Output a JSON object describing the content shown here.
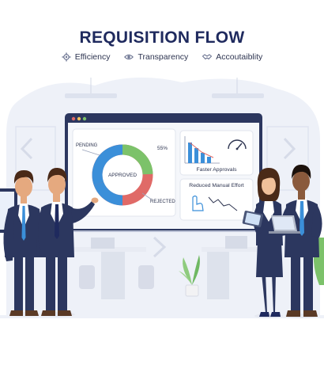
{
  "header": {
    "title": "REQUISITION FLOW",
    "values": [
      {
        "label": "Efficiency",
        "icon": "gear-icon"
      },
      {
        "label": "Transparency",
        "icon": "eye-icon"
      },
      {
        "label": "Accoutaiblity",
        "icon": "handshake-icon"
      }
    ]
  },
  "board": {
    "donut": {
      "center": "APPROVED",
      "pending": "PENDING",
      "rejected": "REJECTED",
      "percent": "55%"
    },
    "cards": {
      "faster": "Faster Approvals",
      "reduced": "Reduced Manual Effort"
    }
  },
  "colors": {
    "navy": "#1f2a5e",
    "blue": "#3b8fd9",
    "green": "#7cc26a",
    "red": "#e06a67",
    "background": "#eef1f8"
  }
}
